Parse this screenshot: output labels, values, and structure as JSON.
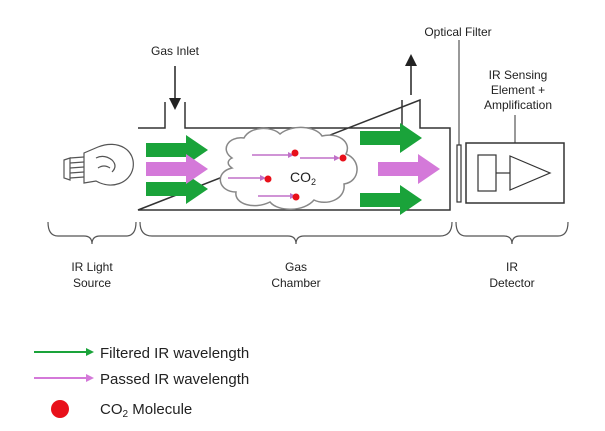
{
  "diagram": {
    "labels": {
      "gas_inlet": "Gas Inlet",
      "optical_filter": "Optical Filter",
      "ir_sensing_line1": "IR Sensing",
      "ir_sensing_line2": "Element +",
      "ir_sensing_line3": "Amplification",
      "co2_prefix": "CO",
      "co2_sub": "2"
    },
    "sections": {
      "source_line1": "IR Light",
      "source_line2": "Source",
      "chamber_line1": "Gas",
      "chamber_line2": "Chamber",
      "detector_line1": "IR",
      "detector_line2": "Detector"
    }
  },
  "legend": {
    "filtered": "Filtered IR wavelength",
    "passed": "Passed IR wavelength",
    "molecule_prefix": "CO",
    "molecule_sub": "2",
    "molecule_suffix": " Molecule"
  },
  "colors": {
    "green": "#1aa33a",
    "violet": "#d479d9",
    "red": "#e8101a",
    "outline": "#333333"
  }
}
